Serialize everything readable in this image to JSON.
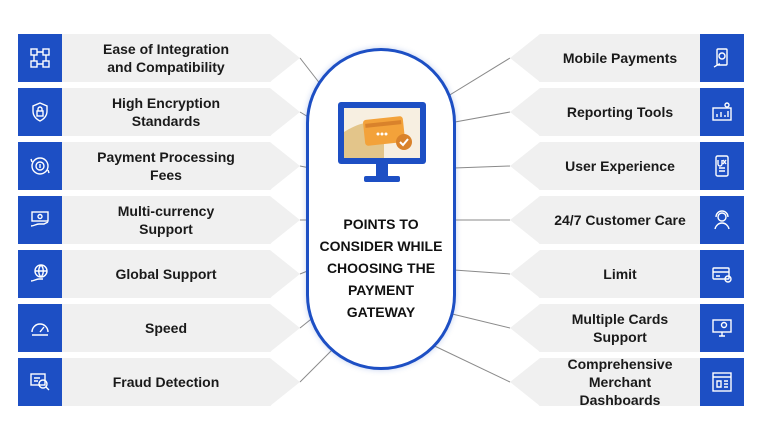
{
  "center": {
    "title_lines": [
      "POINTS TO",
      "CONSIDER WHILE",
      "CHOOSING THE",
      "PAYMENT",
      "GATEWAY"
    ],
    "icon": "monitor-payment-card-icon"
  },
  "left_items": [
    {
      "lines": [
        "Ease of Integration",
        "and Compatibility"
      ],
      "icon": "circuit-icon"
    },
    {
      "lines": [
        "High Encryption",
        "Standards"
      ],
      "icon": "shield-lock-icon"
    },
    {
      "lines": [
        "Payment Processing",
        "Fees"
      ],
      "icon": "coin-cycle-icon"
    },
    {
      "lines": [
        "Multi-currency",
        "Support"
      ],
      "icon": "cash-hand-icon"
    },
    {
      "lines": [
        "Global Support"
      ],
      "icon": "globe-hand-icon"
    },
    {
      "lines": [
        "Speed"
      ],
      "icon": "speedometer-icon"
    },
    {
      "lines": [
        "Fraud Detection"
      ],
      "icon": "fraud-scan-icon"
    }
  ],
  "right_items": [
    {
      "lines": [
        "Mobile Payments"
      ],
      "icon": "mobile-payment-icon"
    },
    {
      "lines": [
        "Reporting Tools"
      ],
      "icon": "report-chart-icon"
    },
    {
      "lines": [
        "User Experience"
      ],
      "icon": "ux-phone-icon"
    },
    {
      "lines": [
        "24/7 Customer Care"
      ],
      "icon": "headset-agent-icon"
    },
    {
      "lines": [
        "Limit"
      ],
      "icon": "card-limit-icon"
    },
    {
      "lines": [
        "Multiple Cards",
        "Support"
      ],
      "icon": "monitor-gear-icon"
    },
    {
      "lines": [
        "Comprehensive Merchant",
        "Dashboards"
      ],
      "icon": "dashboard-icon"
    }
  ],
  "colors": {
    "accent": "#1d4fc4",
    "card_bg": "#f0f0f0",
    "text": "#1a1a1a",
    "card_orange": "#f3a23a",
    "card_gold": "#e3c58a"
  }
}
